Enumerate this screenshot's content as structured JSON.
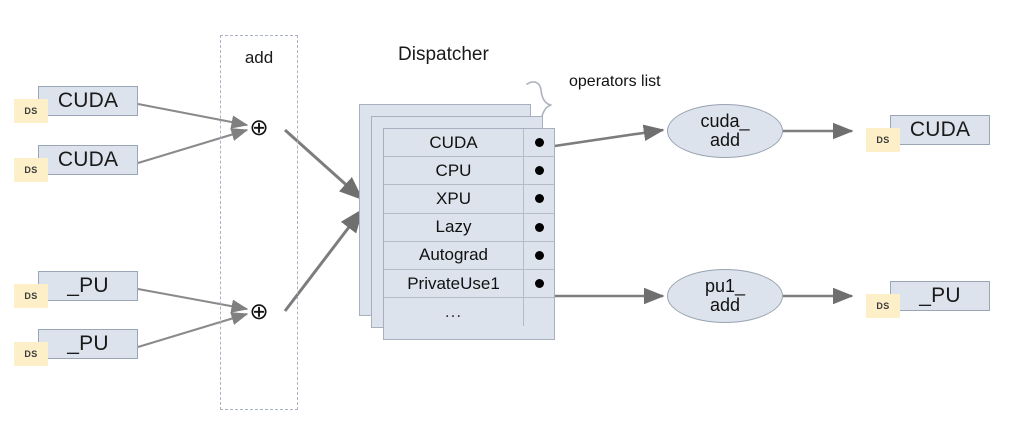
{
  "diagram": {
    "title": "PyTorch dispatcher add-operator routing diagram",
    "colors": {
      "box_fill": "#dde3ed",
      "box_border": "#9aa5b5",
      "tag_fill": "#fdefc8",
      "arrow": "#808080",
      "dashed_border": "#aab3c6",
      "dot": "#000000",
      "background": "#ffffff"
    },
    "inputs": {
      "tag_label": "DS",
      "top_group": [
        {
          "label": "CUDA"
        },
        {
          "label": "CUDA"
        }
      ],
      "bottom_group": [
        {
          "label": "_PU"
        },
        {
          "label": "_PU"
        }
      ]
    },
    "op_group": {
      "label": "add",
      "node_glyph": "⊕",
      "nodes": [
        {
          "name": "add-node-top"
        },
        {
          "name": "add-node-bottom"
        }
      ]
    },
    "dispatcher": {
      "title": "Dispatcher",
      "stack_count": 3,
      "rows": [
        {
          "key": "CUDA",
          "has_dot": true
        },
        {
          "key": "CPU",
          "has_dot": true
        },
        {
          "key": "XPU",
          "has_dot": true
        },
        {
          "key": "Lazy",
          "has_dot": true
        },
        {
          "key": "Autograd",
          "has_dot": true
        },
        {
          "key": "PrivateUse1",
          "has_dot": true
        },
        {
          "key": "...",
          "has_dot": false
        }
      ]
    },
    "annotation": {
      "label": "operators list"
    },
    "kernels": [
      {
        "name": "cuda-add-kernel",
        "line1": "cuda_",
        "line2": "add"
      },
      {
        "name": "pu1-add-kernel",
        "line1": "pu1_",
        "line2": "add"
      }
    ],
    "outputs": {
      "tag_label": "DS",
      "items": [
        {
          "label": "CUDA"
        },
        {
          "label": "_PU"
        }
      ]
    }
  }
}
